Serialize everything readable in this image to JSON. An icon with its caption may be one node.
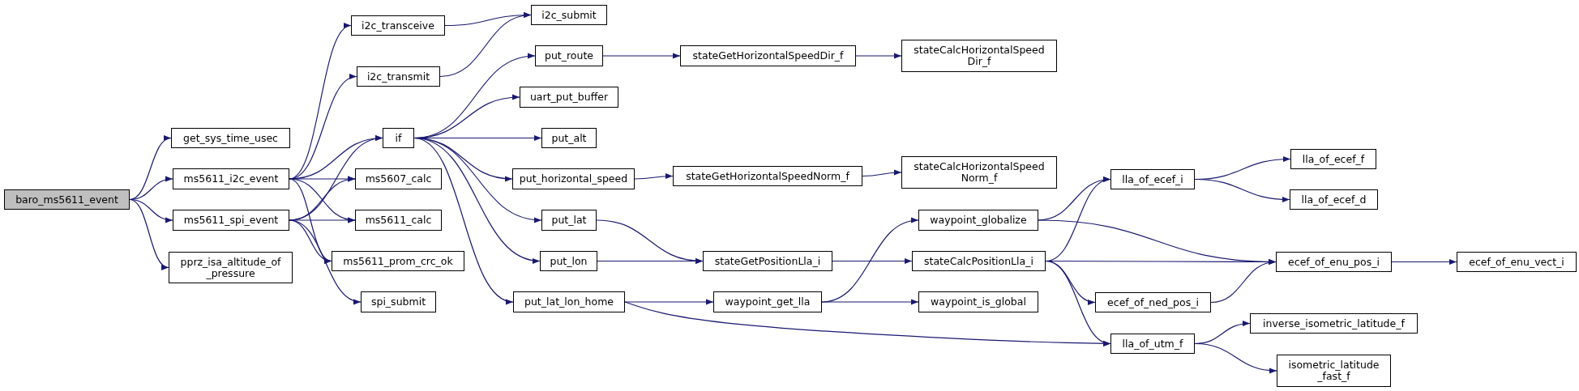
{
  "diagram": {
    "nodes": [
      {
        "text": [
          "baro_ms5611_event"
        ]
      },
      {
        "text": [
          "get_sys_time_usec"
        ]
      },
      {
        "text": [
          "ms5611_i2c_event"
        ]
      },
      {
        "text": [
          "ms5611_spi_event"
        ]
      },
      {
        "text": [
          "pprz_isa_altitude_of _pressure"
        ]
      },
      {
        "text": [
          "i2c_transceive"
        ]
      },
      {
        "text": [
          "i2c_transmit"
        ]
      },
      {
        "text": [
          "if"
        ]
      },
      {
        "text": [
          "ms5607_calc"
        ]
      },
      {
        "text": [
          "ms5611_calc"
        ]
      },
      {
        "text": [
          "ms5611_prom_crc_ok"
        ]
      },
      {
        "text": [
          "spi_submit"
        ]
      },
      {
        "text": [
          "i2c_submit"
        ]
      },
      {
        "text": [
          "put_route"
        ]
      },
      {
        "text": [
          "uart_put_buffer"
        ]
      },
      {
        "text": [
          "put_alt"
        ]
      },
      {
        "text": [
          "put_horizontal_speed"
        ]
      },
      {
        "text": [
          "put_lat"
        ]
      },
      {
        "text": [
          "put_lon"
        ]
      },
      {
        "text": [
          "put_lat_lon_home"
        ]
      },
      {
        "text": [
          "stateGetHorizontalSpeedDir_f"
        ]
      },
      {
        "text": [
          "stateGetHorizontalSpeedNorm_f"
        ]
      },
      {
        "text": [
          "stateGetPositionLla_i"
        ]
      },
      {
        "text": [
          "waypoint_get_lla"
        ]
      },
      {
        "text": [
          "stateCalcHorizontalSpeed Dir_f"
        ]
      },
      {
        "text": [
          "stateCalcHorizontalSpeed Norm_f"
        ]
      },
      {
        "text": [
          "waypoint_globalize"
        ]
      },
      {
        "text": [
          "stateCalcPositionLla_i"
        ]
      },
      {
        "text": [
          "waypoint_is_global"
        ]
      },
      {
        "text": [
          "lla_of_ecef_i"
        ]
      },
      {
        "text": [
          "ecef_of_ned_pos_i"
        ]
      },
      {
        "text": [
          "lla_of_utm_f"
        ]
      },
      {
        "text": [
          "lla_of_ecef_f"
        ]
      },
      {
        "text": [
          "lla_of_ecef_d"
        ]
      },
      {
        "text": [
          "ecef_of_enu_pos_i"
        ]
      },
      {
        "text": [
          "inverse_isometric_latitude_f"
        ]
      },
      {
        "text": [
          "isometric_latitude _fast_f"
        ]
      },
      {
        "text": [
          "ecef_of_enu_vect_i"
        ]
      }
    ],
    "edges": [
      {
        "from": 0,
        "to": 1,
        "arrow": "to"
      },
      {
        "from": 0,
        "to": 2,
        "arrow": "to"
      },
      {
        "from": 0,
        "to": 3,
        "arrow": "to"
      },
      {
        "from": 0,
        "to": 4,
        "arrow": "to"
      },
      {
        "from": 2,
        "to": 5,
        "arrow": "to"
      },
      {
        "from": 2,
        "to": 6,
        "arrow": "to"
      },
      {
        "from": 2,
        "to": 7,
        "arrow": "to"
      },
      {
        "from": 2,
        "to": 8,
        "arrow": "to"
      },
      {
        "from": 2,
        "to": 9,
        "arrow": "to"
      },
      {
        "from": 2,
        "to": 10,
        "arrow": "to"
      },
      {
        "from": 3,
        "to": 7,
        "arrow": "to"
      },
      {
        "from": 3,
        "to": 8,
        "arrow": "to"
      },
      {
        "from": 3,
        "to": 9,
        "arrow": "to"
      },
      {
        "from": 3,
        "to": 10,
        "arrow": "to"
      },
      {
        "from": 3,
        "to": 11,
        "arrow": "to"
      },
      {
        "from": 5,
        "to": 12,
        "arrow": "to"
      },
      {
        "from": 6,
        "to": 12,
        "arrow": "to"
      },
      {
        "from": 7,
        "to": 13,
        "arrow": "to"
      },
      {
        "from": 7,
        "to": 14,
        "arrow": "to"
      },
      {
        "from": 7,
        "to": 15,
        "arrow": "to"
      },
      {
        "from": 7,
        "to": 16,
        "arrow": "to"
      },
      {
        "from": 7,
        "to": 17,
        "arrow": "to"
      },
      {
        "from": 7,
        "to": 18,
        "arrow": "to"
      },
      {
        "from": 7,
        "to": 19,
        "arrow": "to"
      },
      {
        "from": 13,
        "to": 20,
        "arrow": "to"
      },
      {
        "from": 20,
        "to": 24,
        "arrow": "to"
      },
      {
        "from": 16,
        "to": 21,
        "arrow": "to"
      },
      {
        "from": 21,
        "to": 25,
        "arrow": "to"
      },
      {
        "from": 17,
        "to": 22,
        "arrow": "to"
      },
      {
        "from": 18,
        "to": 22,
        "arrow": "to"
      },
      {
        "from": 22,
        "to": 27,
        "arrow": "to"
      },
      {
        "from": 19,
        "to": 23,
        "arrow": "to"
      },
      {
        "from": 19,
        "to": 31,
        "arrow": "to"
      },
      {
        "from": 23,
        "to": 26,
        "arrow": "to"
      },
      {
        "from": 23,
        "to": 28,
        "arrow": "to"
      },
      {
        "from": 26,
        "to": 29,
        "arrow": "to"
      },
      {
        "from": 26,
        "to": 34,
        "arrow": "to"
      },
      {
        "from": 27,
        "to": 29,
        "arrow": "to"
      },
      {
        "from": 27,
        "to": 34,
        "arrow": "to"
      },
      {
        "from": 27,
        "to": 30,
        "arrow": "to"
      },
      {
        "from": 27,
        "to": 31,
        "arrow": "to"
      },
      {
        "from": 29,
        "to": 32,
        "arrow": "to"
      },
      {
        "from": 29,
        "to": 33,
        "arrow": "to"
      },
      {
        "from": 30,
        "to": 34,
        "arrow": "to"
      },
      {
        "from": 34,
        "to": 37,
        "arrow": "to"
      },
      {
        "from": 31,
        "to": 35,
        "arrow": "to"
      },
      {
        "from": 31,
        "to": 36,
        "arrow": "to"
      }
    ]
  }
}
